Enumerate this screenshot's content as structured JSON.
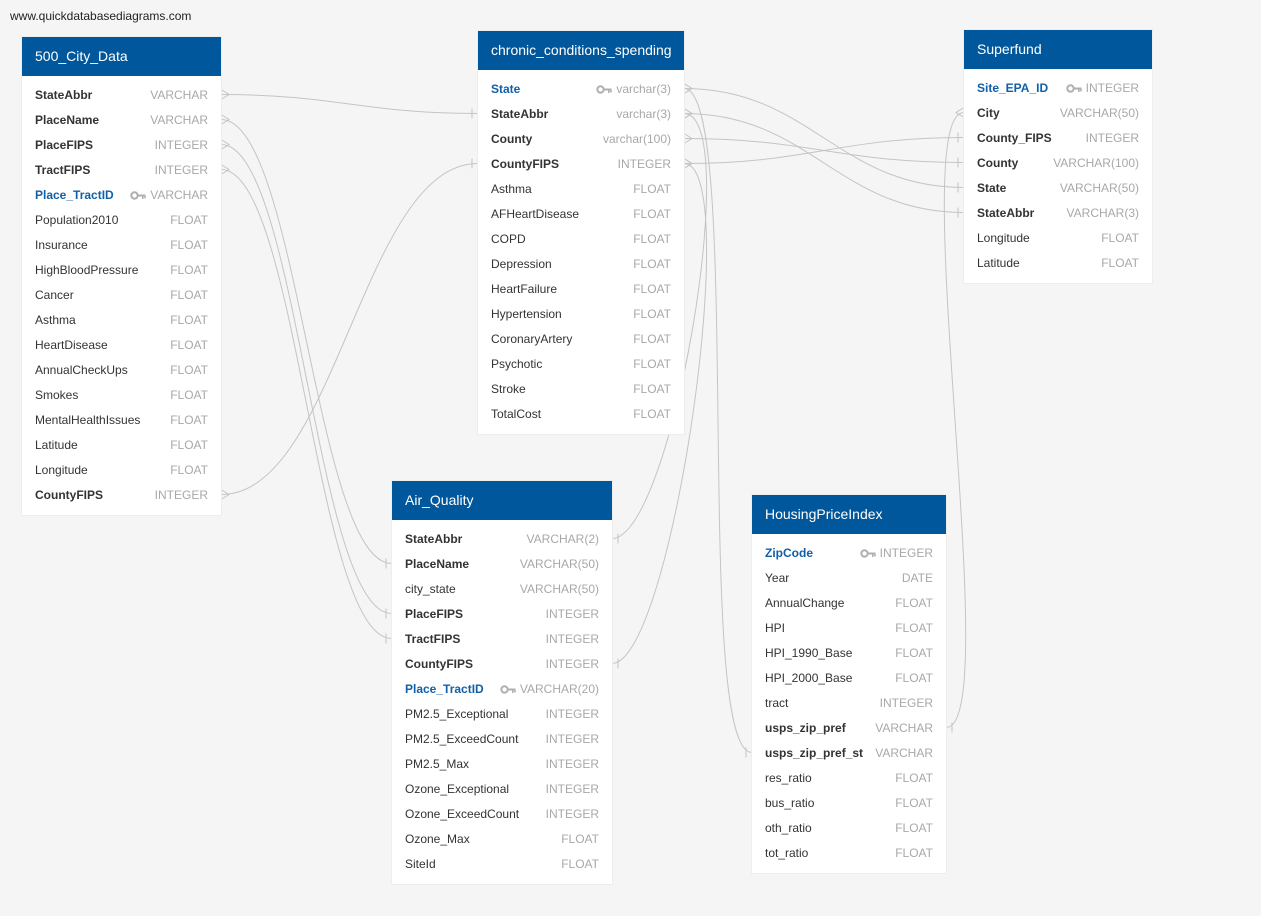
{
  "site_url": "www.quickdatabasediagrams.com",
  "tables": {
    "city": {
      "title": "500_City_Data",
      "fields": [
        {
          "name": "StateAbbr",
          "type": "VARCHAR",
          "style": "bold"
        },
        {
          "name": "PlaceName",
          "type": "VARCHAR",
          "style": "bold"
        },
        {
          "name": "PlaceFIPS",
          "type": "INTEGER",
          "style": "bold"
        },
        {
          "name": "TractFIPS",
          "type": "INTEGER",
          "style": "bold"
        },
        {
          "name": "Place_TractID",
          "type": "VARCHAR",
          "style": "pk",
          "key": true
        },
        {
          "name": "Population2010",
          "type": "FLOAT"
        },
        {
          "name": "Insurance",
          "type": "FLOAT"
        },
        {
          "name": "HighBloodPressure",
          "type": "FLOAT"
        },
        {
          "name": "Cancer",
          "type": "FLOAT"
        },
        {
          "name": "Asthma",
          "type": "FLOAT"
        },
        {
          "name": "HeartDisease",
          "type": "FLOAT"
        },
        {
          "name": "AnnualCheckUps",
          "type": "FLOAT"
        },
        {
          "name": "Smokes",
          "type": "FLOAT"
        },
        {
          "name": "MentalHealthIssues",
          "type": "FLOAT"
        },
        {
          "name": "Latitude",
          "type": "FLOAT"
        },
        {
          "name": "Longitude",
          "type": "FLOAT"
        },
        {
          "name": "CountyFIPS",
          "type": "INTEGER",
          "style": "bold"
        }
      ]
    },
    "chronic": {
      "title": "chronic_conditions_spending",
      "fields": [
        {
          "name": "State",
          "type": "varchar(3)",
          "style": "pk",
          "key": true
        },
        {
          "name": "StateAbbr",
          "type": "varchar(3)",
          "style": "bold"
        },
        {
          "name": "County",
          "type": "varchar(100)",
          "style": "bold"
        },
        {
          "name": "CountyFIPS",
          "type": "INTEGER",
          "style": "bold"
        },
        {
          "name": "Asthma",
          "type": "FLOAT"
        },
        {
          "name": "AFHeartDisease",
          "type": "FLOAT"
        },
        {
          "name": "COPD",
          "type": "FLOAT"
        },
        {
          "name": "Depression",
          "type": "FLOAT"
        },
        {
          "name": "HeartFailure",
          "type": "FLOAT"
        },
        {
          "name": "Hypertension",
          "type": "FLOAT"
        },
        {
          "name": "CoronaryArtery",
          "type": "FLOAT"
        },
        {
          "name": "Psychotic",
          "type": "FLOAT"
        },
        {
          "name": "Stroke",
          "type": "FLOAT"
        },
        {
          "name": "TotalCost",
          "type": "FLOAT"
        }
      ]
    },
    "superfund": {
      "title": "Superfund",
      "fields": [
        {
          "name": "Site_EPA_ID",
          "type": "INTEGER",
          "style": "pk",
          "key": true
        },
        {
          "name": "City",
          "type": "VARCHAR(50)",
          "style": "bold"
        },
        {
          "name": "County_FIPS",
          "type": "INTEGER",
          "style": "bold"
        },
        {
          "name": "County",
          "type": "VARCHAR(100)",
          "style": "bold"
        },
        {
          "name": "State",
          "type": "VARCHAR(50)",
          "style": "bold"
        },
        {
          "name": "StateAbbr",
          "type": "VARCHAR(3)",
          "style": "bold"
        },
        {
          "name": "Longitude",
          "type": "FLOAT"
        },
        {
          "name": "Latitude",
          "type": "FLOAT"
        }
      ]
    },
    "air": {
      "title": "Air_Quality",
      "fields": [
        {
          "name": "StateAbbr",
          "type": "VARCHAR(2)",
          "style": "bold"
        },
        {
          "name": "PlaceName",
          "type": "VARCHAR(50)",
          "style": "bold"
        },
        {
          "name": "city_state",
          "type": "VARCHAR(50)"
        },
        {
          "name": "PlaceFIPS",
          "type": "INTEGER",
          "style": "bold"
        },
        {
          "name": "TractFIPS",
          "type": "INTEGER",
          "style": "bold"
        },
        {
          "name": "CountyFIPS",
          "type": "INTEGER",
          "style": "bold"
        },
        {
          "name": "Place_TractID",
          "type": "VARCHAR(20)",
          "style": "pk",
          "key": true
        },
        {
          "name": "PM2.5_Exceptional",
          "type": "INTEGER"
        },
        {
          "name": "PM2.5_ExceedCount",
          "type": "INTEGER"
        },
        {
          "name": "PM2.5_Max",
          "type": "INTEGER"
        },
        {
          "name": "Ozone_Exceptional",
          "type": "INTEGER"
        },
        {
          "name": "Ozone_ExceedCount",
          "type": "INTEGER"
        },
        {
          "name": "Ozone_Max",
          "type": "FLOAT"
        },
        {
          "name": "SiteId",
          "type": "FLOAT"
        }
      ]
    },
    "housing": {
      "title": "HousingPriceIndex",
      "fields": [
        {
          "name": "ZipCode",
          "type": "INTEGER",
          "style": "pk",
          "key": true
        },
        {
          "name": "Year",
          "type": "DATE"
        },
        {
          "name": "AnnualChange",
          "type": "FLOAT"
        },
        {
          "name": "HPI",
          "type": "FLOAT"
        },
        {
          "name": "HPI_1990_Base",
          "type": "FLOAT"
        },
        {
          "name": "HPI_2000_Base",
          "type": "FLOAT"
        },
        {
          "name": "tract",
          "type": "INTEGER"
        },
        {
          "name": "usps_zip_pref",
          "type": "VARCHAR",
          "style": "bold"
        },
        {
          "name": "usps_zip_pref_st",
          "type": "VARCHAR",
          "style": "bold"
        },
        {
          "name": "res_ratio",
          "type": "FLOAT"
        },
        {
          "name": "bus_ratio",
          "type": "FLOAT"
        },
        {
          "name": "oth_ratio",
          "type": "FLOAT"
        },
        {
          "name": "tot_ratio",
          "type": "FLOAT"
        }
      ]
    }
  },
  "relationships": [
    {
      "from": "city.StateAbbr",
      "to": "chronic.StateAbbr"
    },
    {
      "from": "city.PlaceName",
      "to": "air.PlaceName"
    },
    {
      "from": "city.PlaceFIPS",
      "to": "air.PlaceFIPS"
    },
    {
      "from": "city.TractFIPS",
      "to": "air.TractFIPS"
    },
    {
      "from": "city.CountyFIPS",
      "to": "chronic.CountyFIPS"
    },
    {
      "from": "chronic.State",
      "to": "superfund.State"
    },
    {
      "from": "chronic.StateAbbr",
      "to": "superfund.StateAbbr"
    },
    {
      "from": "chronic.County",
      "to": "superfund.County"
    },
    {
      "from": "chronic.CountyFIPS",
      "to": "superfund.County_FIPS"
    },
    {
      "from": "chronic.StateAbbr",
      "to": "air.StateAbbr"
    },
    {
      "from": "chronic.CountyFIPS",
      "to": "air.CountyFIPS"
    },
    {
      "from": "superfund.City",
      "to": "housing.usps_zip_pref"
    },
    {
      "from": "chronic.State",
      "to": "housing.usps_zip_pref_st"
    }
  ],
  "colors": {
    "header": "#01579b",
    "pk_text": "#1060a8",
    "type_text": "#a8a8a8",
    "link": "#c4c4c4",
    "background": "#f4f5f4"
  },
  "icons": {
    "primary_key": "key-icon"
  }
}
